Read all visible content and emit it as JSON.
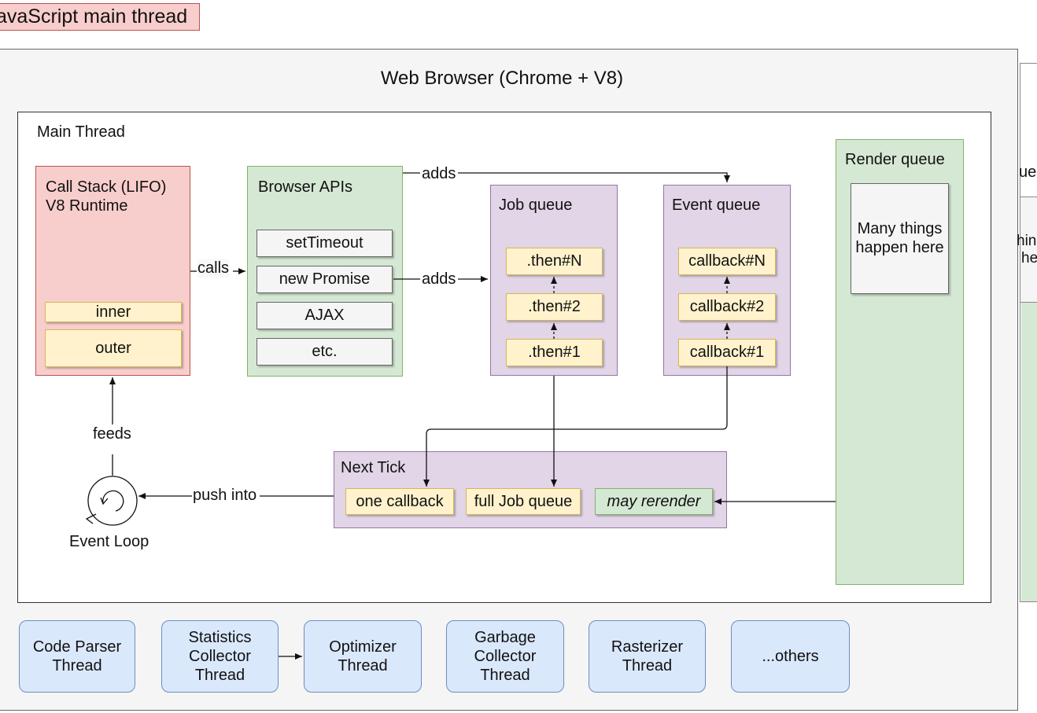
{
  "header": {
    "title": "avaScript main thread"
  },
  "browser": {
    "title": "Web Browser (Chrome + V8)"
  },
  "main_thread": {
    "title": "Main Thread"
  },
  "call_stack": {
    "title_line1": "Call Stack (LIFO)",
    "title_line2": "V8 Runtime",
    "frames": [
      "inner",
      "outer"
    ]
  },
  "browser_apis": {
    "title": "Browser APIs",
    "items": [
      "setTimeout",
      "new Promise",
      "AJAX",
      "etc."
    ]
  },
  "job_queue": {
    "title": "Job queue",
    "items": [
      ".then#N",
      ".then#2",
      ".then#1"
    ]
  },
  "event_queue": {
    "title": "Event queue",
    "items": [
      "callback#N",
      "callback#2",
      "callback#1"
    ]
  },
  "render_queue": {
    "title": "Render queue",
    "note_line1": "Many things",
    "note_line2": "happen here"
  },
  "next_tick": {
    "title": "Next Tick",
    "items": [
      "one callback",
      "full Job queue",
      "may rerender"
    ]
  },
  "event_loop": {
    "label": "Event Loop"
  },
  "edges": {
    "calls": "calls",
    "adds_top": "adds",
    "adds_mid": "adds",
    "feeds": "feeds",
    "push_into": "push into"
  },
  "threads": [
    {
      "line1": "Code Parser",
      "line2": "Thread",
      "line3": ""
    },
    {
      "line1": "Statistics",
      "line2": "Collector",
      "line3": "Thread"
    },
    {
      "line1": "Optimizer",
      "line2": "Thread",
      "line3": ""
    },
    {
      "line1": "Garbage",
      "line2": "Collector",
      "line3": "Thread"
    },
    {
      "line1": "Rasterizer",
      "line2": "Thread",
      "line3": ""
    },
    {
      "line1": "...others",
      "line2": "",
      "line3": ""
    }
  ],
  "right_edge": {
    "queue_fragment": "ue",
    "note_fragment1": "hing",
    "note_fragment2": "he"
  },
  "colors": {
    "red_fill": "#f8cecc",
    "green_fill": "#d5e8d4",
    "purple_fill": "#e1d5e7",
    "yellow_fill": "#fff2cc",
    "blue_fill": "#dae8fc",
    "grey_fill": "#f5f5f5"
  }
}
